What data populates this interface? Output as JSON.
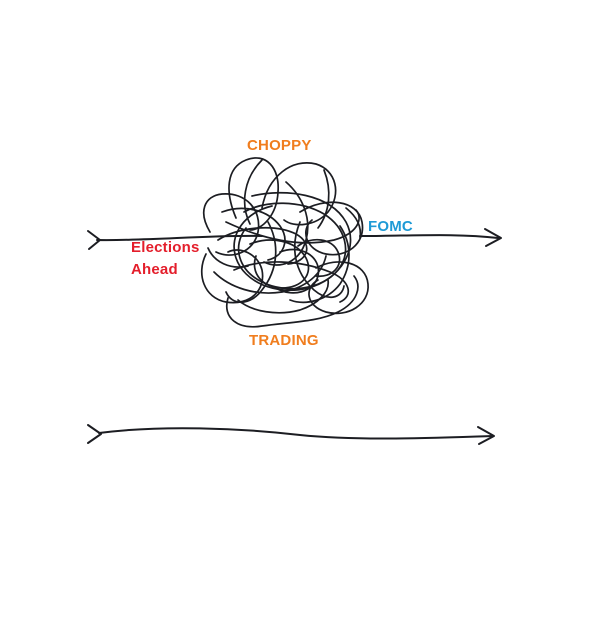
{
  "labels": {
    "top": "CHOPPY",
    "bottom": "TRADING",
    "right": "FOMC",
    "left_line1": "Elections",
    "left_line2": "Ahead"
  },
  "colors": {
    "stroke": "#1c1d22",
    "choppy_trading": "#f07d1e",
    "fomc": "#1e9ad6",
    "elections": "#e41e2b",
    "background": "#ffffff"
  }
}
